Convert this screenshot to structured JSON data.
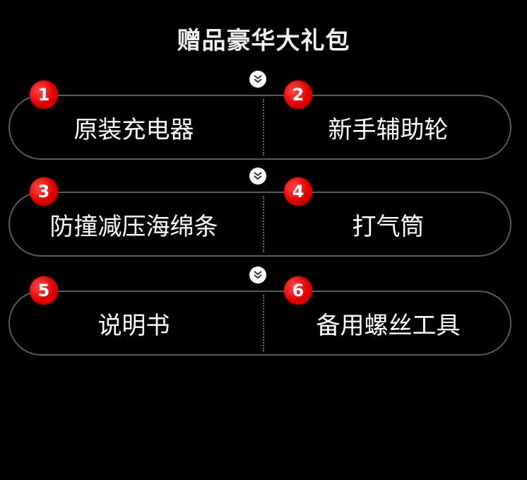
{
  "title": "赠品豪华大礼包",
  "items": [
    {
      "number": "1",
      "label": "原装充电器"
    },
    {
      "number": "2",
      "label": "新手辅助轮"
    },
    {
      "number": "3",
      "label": "防撞减压海绵条"
    },
    {
      "number": "4",
      "label": "打气筒"
    },
    {
      "number": "5",
      "label": "说明书"
    },
    {
      "number": "6",
      "label": "备用螺丝工具"
    }
  ],
  "colors": {
    "background": "#000000",
    "badge_red": "#e00000",
    "pill_border": "#5a5a5a",
    "text": "#ffffff"
  },
  "icons": {
    "separator": "double-chevron-down-icon"
  }
}
